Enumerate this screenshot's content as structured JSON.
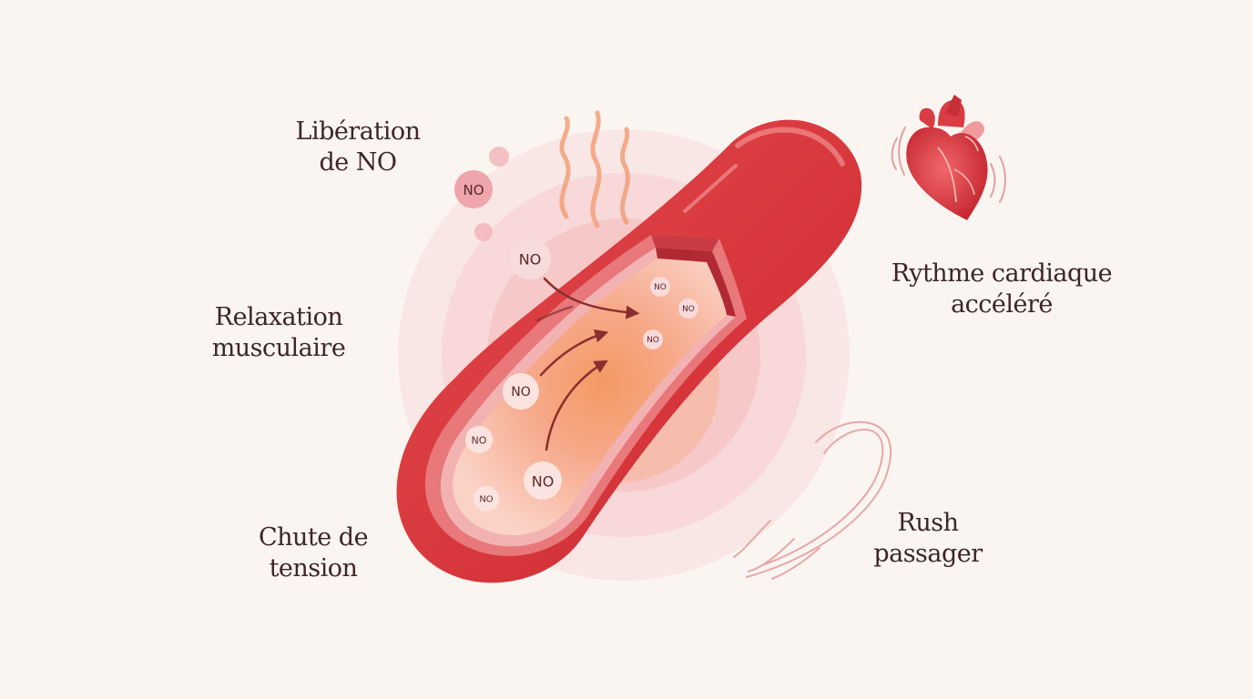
{
  "labels": {
    "liberation_no": [
      "Libération",
      "de NO"
    ],
    "relaxation": [
      "Relaxation",
      "musculaire"
    ],
    "chute_tension": [
      "Chute de",
      "tension"
    ],
    "rythme_cardiaque": [
      "Rythme cardiaque",
      "accéléré"
    ],
    "rush": [
      "Rush",
      "passager"
    ]
  },
  "molecule_text": "NO",
  "icons": {
    "heart": "heart-icon",
    "heat": "heat-waves-icon",
    "motion": "motion-lines-icon"
  },
  "colors": {
    "background": "#fbf5f1",
    "vessel": "#d9363a",
    "vessel_dark": "#b8262c",
    "lumen": "#f7b08a",
    "glow": "#f2b5b5",
    "text": "#3d2624"
  }
}
